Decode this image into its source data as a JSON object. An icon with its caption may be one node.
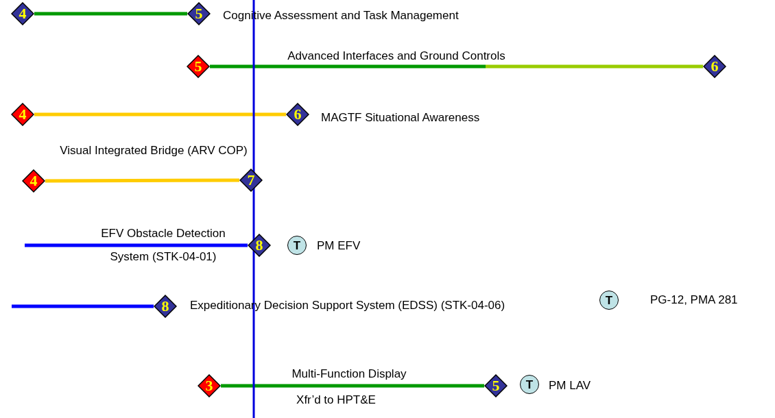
{
  "diagram": {
    "nodes": [
      {
        "text": [
          "4"
        ]
      },
      {
        "text": [
          "5"
        ],
        "beside": [
          "Cognitive Assessment and Task Management"
        ]
      },
      {
        "text": [
          "5"
        ]
      },
      {
        "text": [
          "6"
        ]
      },
      {
        "text": [
          "4"
        ]
      },
      {
        "text": [
          "6"
        ],
        "beside": [
          "MAGTF Situational Awareness"
        ]
      },
      {
        "text": [
          "4"
        ]
      },
      {
        "text": [
          "7"
        ]
      },
      {
        "text": [
          "8"
        ]
      },
      {
        "text": [
          "T"
        ],
        "beside": [
          "PM EFV"
        ]
      },
      {
        "text": [
          "8"
        ],
        "beside": [
          "Expeditionary Decision Support System (EDSS) (STK-04-06)"
        ]
      },
      {
        "text": [
          "T"
        ],
        "beside": [
          "PG-12, PMA 281"
        ]
      },
      {
        "text": [
          "3"
        ]
      },
      {
        "text": [
          "5"
        ]
      },
      {
        "text": [
          "T"
        ],
        "beside": [
          "PM LAV"
        ]
      }
    ],
    "edges": [
      {
        "from": 0,
        "to": 1,
        "arrow": "none"
      },
      {
        "from": 2,
        "to": 3,
        "arrow": "none",
        "label": "Advanced Interfaces and Ground Controls"
      },
      {
        "from": 4,
        "to": 5,
        "arrow": "none",
        "color": "#ffcc00"
      },
      {
        "from": 6,
        "to": 7,
        "arrow": "none",
        "label": "Visual Integrated Bridge (ARV COP)",
        "color": "#ffcc00"
      },
      {
        "from": null,
        "to": 8,
        "arrow": "none",
        "label": "EFV Obstacle Detection System (STK-04-01)",
        "color": "#0000ff"
      },
      {
        "from": null,
        "to": 10,
        "arrow": "none",
        "color": "#0000ff"
      },
      {
        "from": 12,
        "to": 13,
        "arrow": "none",
        "label": "Multi-Function Display"
      }
    ],
    "labels": [
      "Xfr’d to HPT&E"
    ]
  }
}
